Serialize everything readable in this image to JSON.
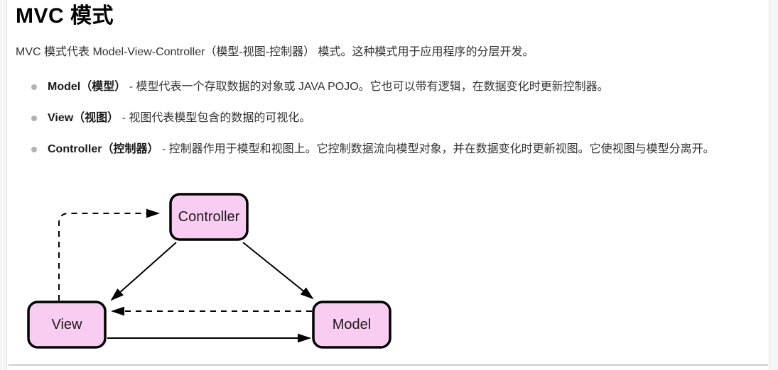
{
  "article": {
    "title": "MVC 模式",
    "intro": "MVC 模式代表 Model-View-Controller（模型-视图-控制器） 模式。这种模式用于应用程序的分层开发。",
    "bullets": [
      {
        "term": "Model（模型）",
        "desc": "- 模型代表一个存取数据的对象或 JAVA POJO。它也可以带有逻辑，在数据变化时更新控制器。"
      },
      {
        "term": "View（视图）",
        "desc": "- 视图代表模型包含的数据的可视化。"
      },
      {
        "term": "Controller（控制器）",
        "desc": "- 控制器作用于模型和视图上。它控制数据流向模型对象，并在数据变化时更新视图。它使视图与模型分离开。"
      }
    ]
  },
  "diagram": {
    "nodes": {
      "controller": {
        "label": "Controller"
      },
      "view": {
        "label": "View"
      },
      "model": {
        "label": "Model"
      }
    },
    "edges": [
      {
        "from": "view",
        "to": "controller",
        "style": "dashed"
      },
      {
        "from": "controller",
        "to": "view",
        "style": "solid"
      },
      {
        "from": "controller",
        "to": "model",
        "style": "solid"
      },
      {
        "from": "model",
        "to": "view",
        "style": "dashed"
      },
      {
        "from": "view",
        "to": "model",
        "style": "solid"
      }
    ],
    "colors": {
      "node_fill": "#f9cdf2",
      "node_border": "#000000",
      "edge": "#000000"
    }
  }
}
